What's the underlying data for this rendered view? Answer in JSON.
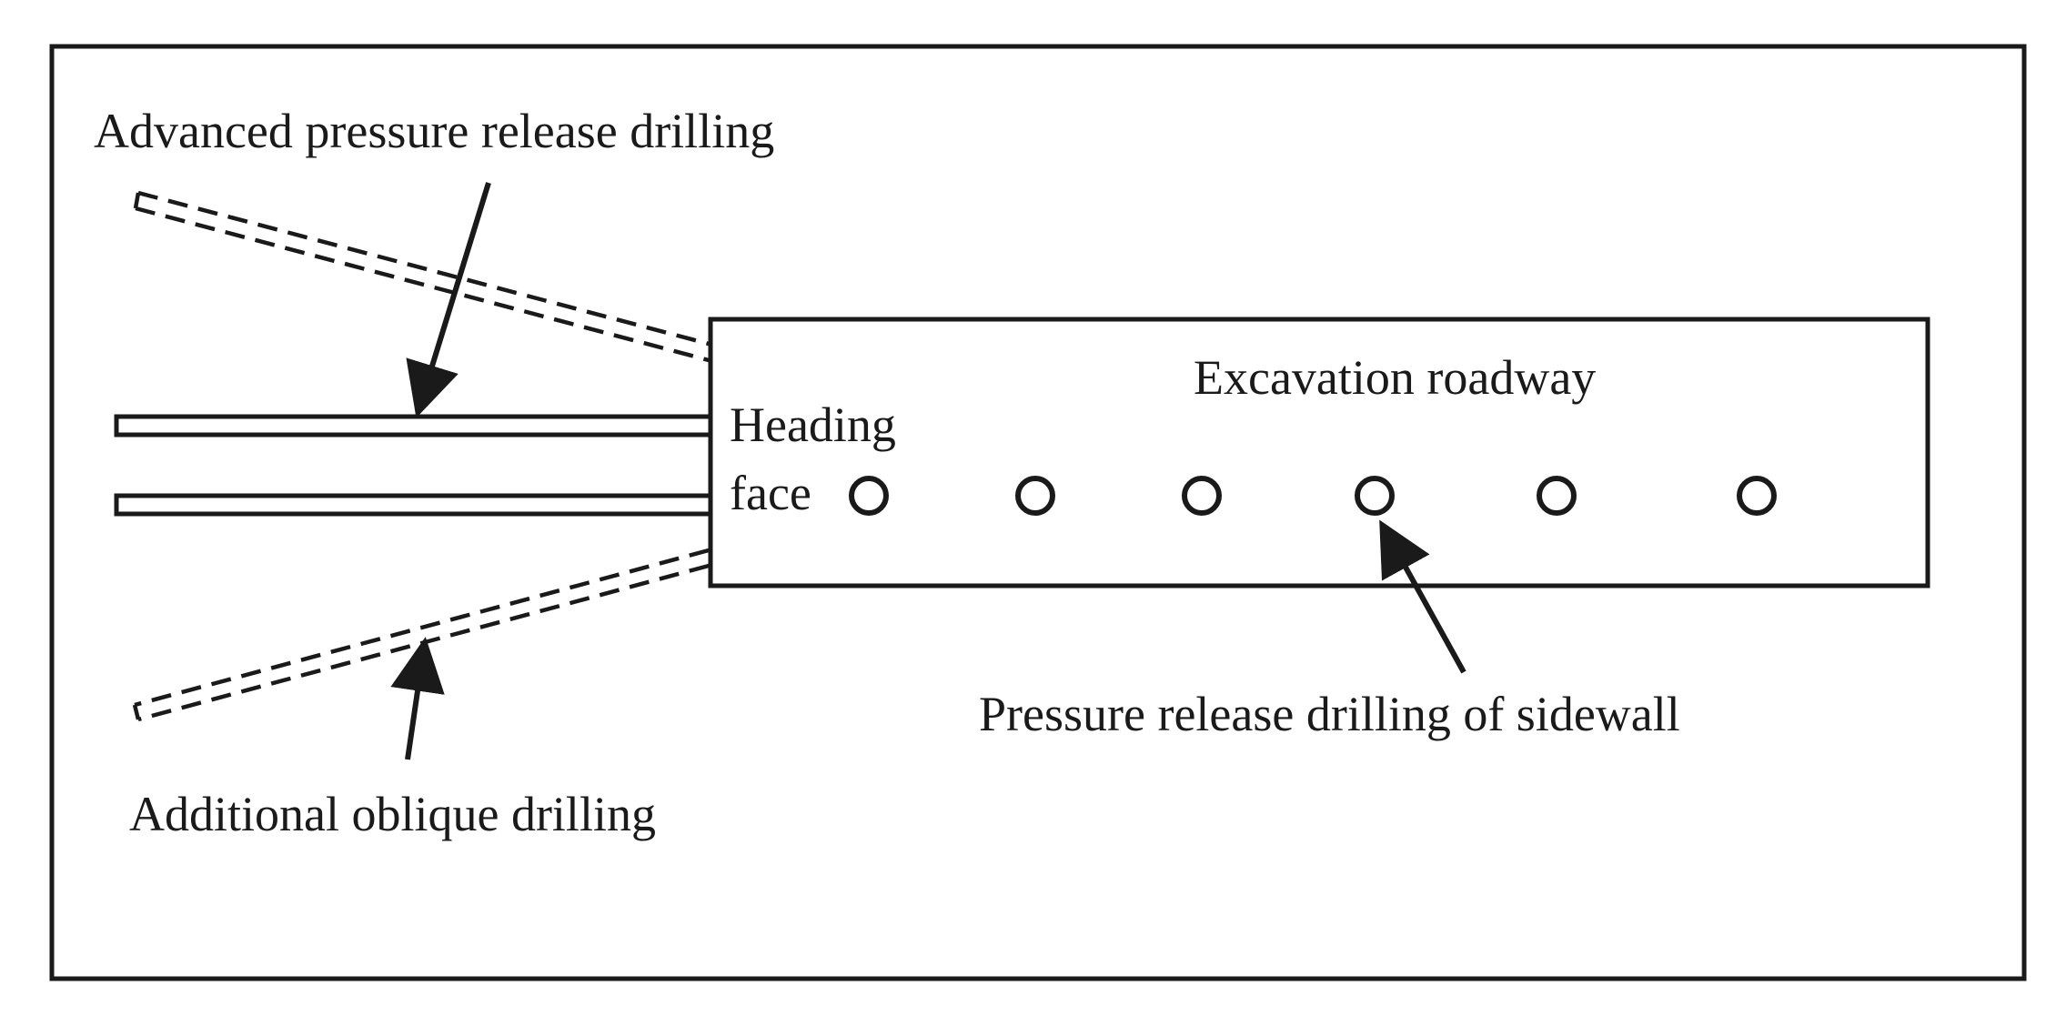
{
  "labels": {
    "advanced": "Advanced pressure release drilling",
    "additional": "Additional oblique drilling",
    "heading_line1": "Heading",
    "heading_line2": "face",
    "roadway": "Excavation roadway",
    "sidewall": "Pressure release drilling of sidewall"
  },
  "colors": {
    "line": "#1a1a1a",
    "background": "#ffffff"
  },
  "sidewall_hole_count": 6
}
